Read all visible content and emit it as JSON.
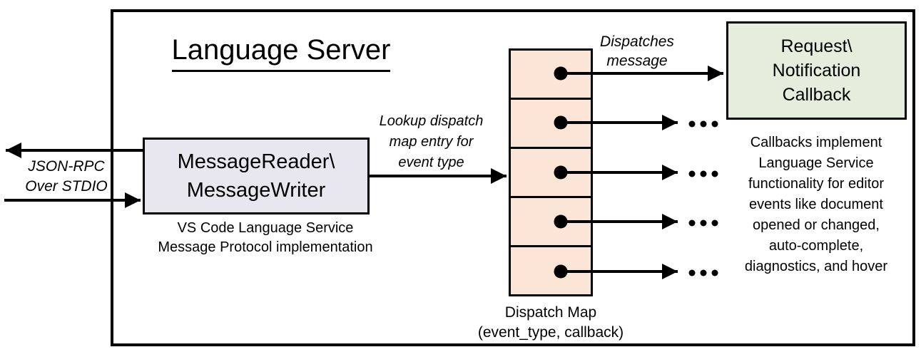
{
  "colors": {
    "message_box_fill": "#e8e7f0",
    "dispatch_cell_fill": "#fbe5d6",
    "callback_box_fill": "#e5eedd",
    "line_color": "#000000"
  },
  "diagram": {
    "title": "Language Server",
    "stdio_label": {
      "line1": "JSON-RPC",
      "line2": "Over STDIO"
    },
    "message_box": {
      "line1": "MessageReader\\",
      "line2": "MessageWriter"
    },
    "message_box_caption": {
      "line1": "VS Code Language Service",
      "line2": "Message Protocol implementation"
    },
    "lookup_label": {
      "line1": "Lookup dispatch",
      "line2": "map entry for",
      "line3": "event type"
    },
    "dispatches_label": {
      "line1": "Dispatches",
      "line2": "message"
    },
    "dispatch_map_label": {
      "line1": "Dispatch Map",
      "line2": "(event_type, callback)"
    },
    "callback_box": {
      "line1": "Request\\",
      "line2": "Notification",
      "line3": "Callback"
    },
    "callback_note": {
      "line1": "Callbacks implement",
      "line2": "Language Service",
      "line3": "functionality for editor",
      "line4": "events like document",
      "line5": "opened or changed,",
      "line6": "auto-complete,",
      "line7": "diagnostics, and hover"
    }
  }
}
